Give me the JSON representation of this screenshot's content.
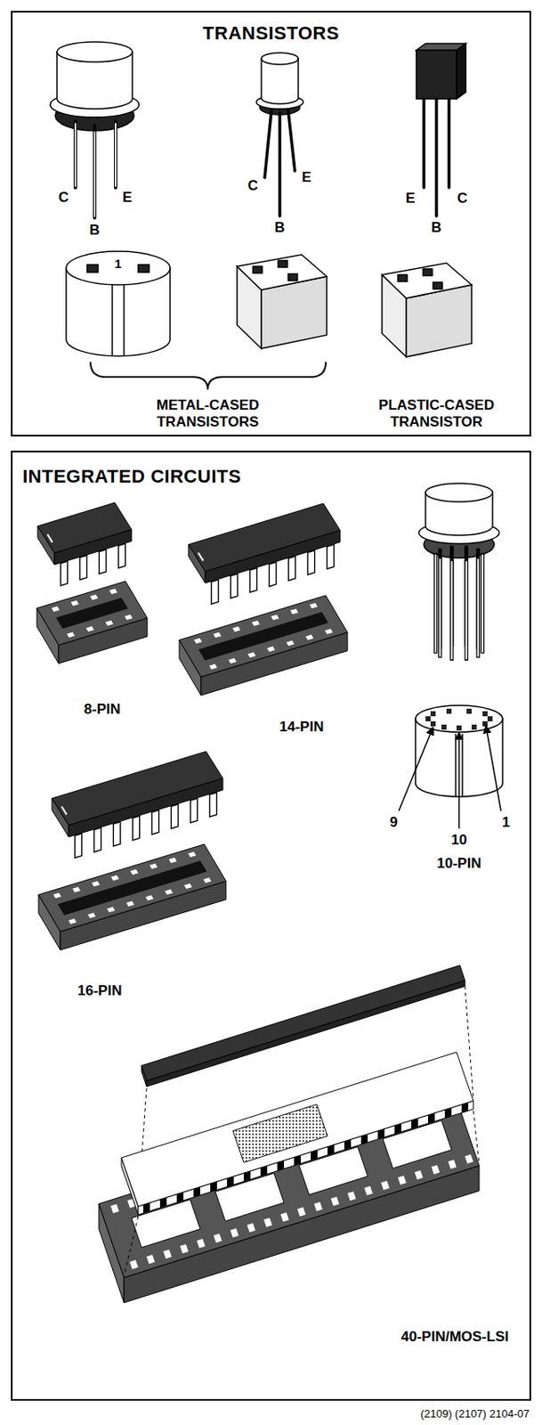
{
  "diagram": {
    "nodes": [
      {
        "text": [
          "TRANSISTORS"
        ]
      },
      {
        "text": [
          "INTEGRATED CIRCUITS"
        ]
      }
    ],
    "labels": [
      "C",
      "B",
      "E",
      "C",
      "B",
      "E",
      "E",
      "B",
      "C",
      "1",
      "METAL-CASED TRANSISTORS",
      "PLASTIC-CASED TRANSISTOR",
      "8-PIN",
      "14-PIN",
      "9",
      "10",
      "1",
      "10-PIN",
      "16-PIN",
      "40-PIN/MOS-LSI",
      "(2109) (2107) 2104-07"
    ]
  }
}
